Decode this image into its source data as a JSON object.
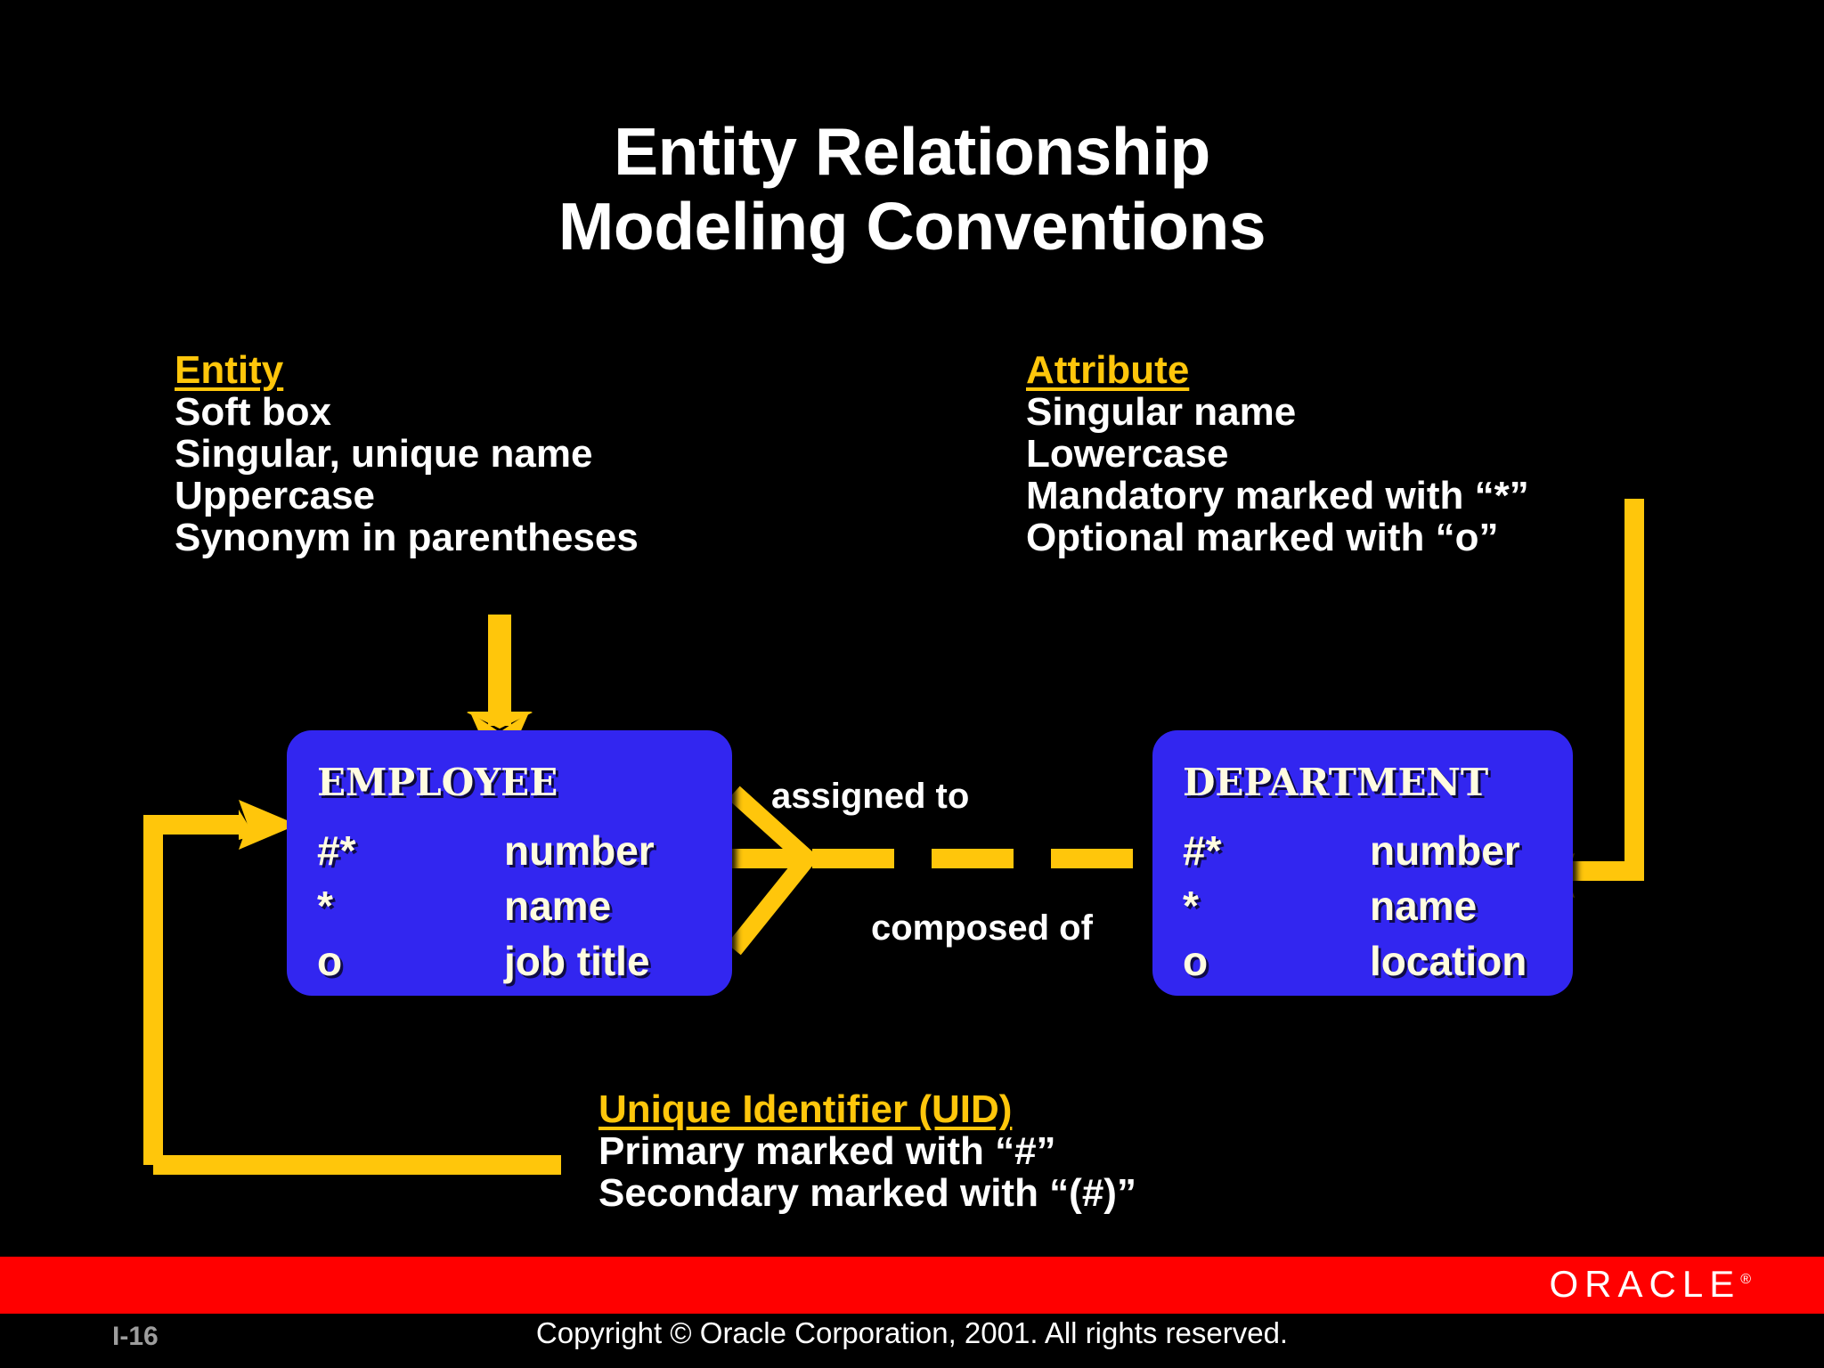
{
  "slide": {
    "title_lines": [
      "Entity Relationship",
      "Modeling Conventions"
    ],
    "background": "#000000",
    "accent_yellow": "#FFC60B",
    "entity_blue": "#3226F0",
    "entity_text": "#FFFCE0",
    "oracle_red": "#FF0000"
  },
  "entity_section": {
    "heading": "Entity",
    "items": [
      "Soft box",
      "Singular, unique name",
      "Uppercase",
      "Synonym in parentheses"
    ]
  },
  "attribute_section": {
    "heading": "Attribute",
    "items": [
      "Singular name",
      "Lowercase",
      "Mandatory marked with “*”",
      "Optional marked with “o”"
    ]
  },
  "uid_section": {
    "heading": "Unique Identifier (UID)",
    "items": [
      "Primary marked with “#”",
      "Secondary marked with “(#)”"
    ]
  },
  "diagram": {
    "employee_box": {
      "title": "EMPLOYEE",
      "attributes": [
        {
          "mark": "#*",
          "name": "number"
        },
        {
          "mark": "*",
          "name": "name"
        },
        {
          "mark": "o",
          "name": "job title"
        }
      ]
    },
    "department_box": {
      "title": "DEPARTMENT",
      "attributes": [
        {
          "mark": "#*",
          "name": "number"
        },
        {
          "mark": "*",
          "name": "name"
        },
        {
          "mark": "o",
          "name": "location"
        }
      ]
    },
    "relationship_labels": {
      "top": "assigned to",
      "bottom": "composed of"
    }
  },
  "footer": {
    "page_number": "I-16",
    "copyright": "Copyright © Oracle Corporation, 2001. All rights reserved.",
    "logo_text": "ORACLE",
    "logo_registered": "®"
  }
}
